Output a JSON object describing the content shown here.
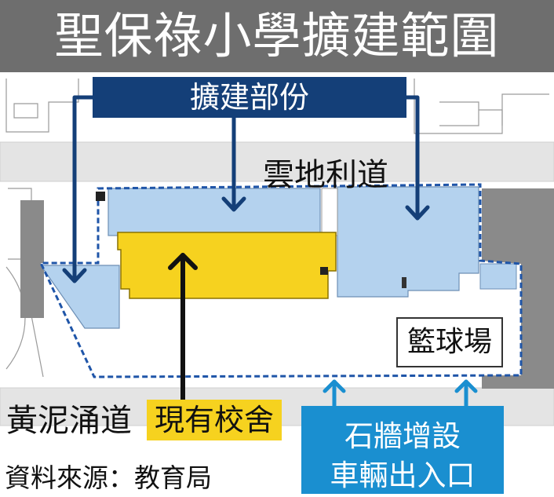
{
  "title": "聖保祿小學擴建範圍",
  "labels": {
    "extension": "擴建部份",
    "existing_school": "現有校舍",
    "basketball_court": "籃球場",
    "vehicle_access": [
      "石牆增設",
      "車輛出入口"
    ],
    "source": "資料來源：教育局"
  },
  "roads": [
    "黃泥涌道",
    "雲地利道"
  ],
  "colors": {
    "title_bar": "#6e6e6e",
    "extension_fill": "#b4d2ee",
    "extension_label_bg": "#143f78",
    "existing_school_fill": "#f6d21f",
    "vehicle_access_bg": "#1a8fd0",
    "boundary": "#1f55a8",
    "road": "#e4e4e4"
  }
}
